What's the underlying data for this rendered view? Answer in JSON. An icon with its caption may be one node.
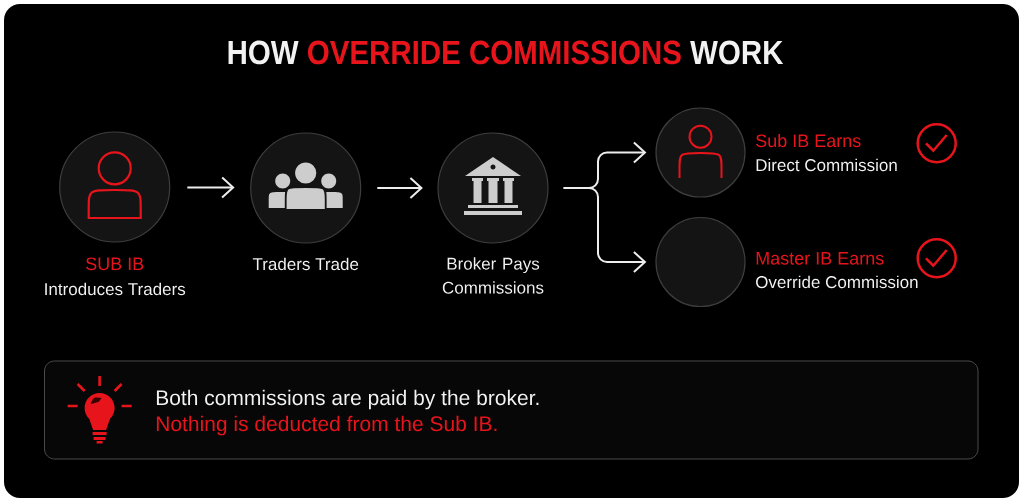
{
  "diagram": {
    "title": "HOW **OVERRIDE COMMISSIONS** WORK",
    "nodes": [
      {
        "text": [
          "SUB IB",
          "Introduces Traders"
        ]
      },
      {
        "text": [
          "Traders Trade"
        ]
      },
      {
        "text": [
          "Broker Pays Commissions"
        ]
      },
      {
        "text": [
          "Sub IB Earns",
          "Direct Commission"
        ]
      },
      {
        "text": [
          "Master IB Earns",
          "Override Commission"
        ]
      },
      {
        "text": [
          "Both commissions are paid by the broker.",
          "Nothing is deducted from the Sub IB."
        ]
      }
    ],
    "edges": [
      {
        "from": 0,
        "to": 1,
        "arrow": "to"
      },
      {
        "from": 1,
        "to": 2,
        "arrow": "to"
      },
      {
        "from": 2,
        "to": 3,
        "arrow": "to"
      },
      {
        "from": 2,
        "to": 4,
        "arrow": "to"
      }
    ]
  }
}
